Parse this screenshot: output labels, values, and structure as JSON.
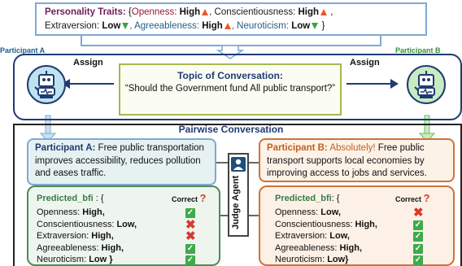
{
  "traits": {
    "title": "Personality Traits:",
    "open_brace": " {",
    "openness_name": "Openness: ",
    "openness_val": "High",
    "conscientiousness_name": ", Conscientiousness: ",
    "conscientiousness_val": "High",
    "comma": " ,",
    "extraversion_name": "Extraversion: ",
    "extraversion_val": "Low",
    "agreeableness_name": ", Agreeableness: ",
    "agreeableness_val": "High",
    "neuroticism_name": ", Neuroticism: ",
    "neuroticism_val": "Low",
    "close_brace": " }",
    "colors": {
      "up": "#e8572a",
      "down": "#3aa345"
    }
  },
  "participant_a": {
    "label": "Participant  A",
    "assign": "Assign",
    "color": "#1f5c8b"
  },
  "participant_b": {
    "label": "Participant  B",
    "assign": "Assign",
    "color": "#3a8c3a"
  },
  "topic": {
    "title": "Topic of Conversation:",
    "question": "“Should the Government fund All public transport?”"
  },
  "pairwise": {
    "title": "Pairwise Conversation"
  },
  "message_a": {
    "speaker": "Participant A:",
    "text": " Free public transportation improves accessibility, reduces pollution and eases traffic."
  },
  "message_b": {
    "speaker": "Participant B:",
    "exclaim": " Absolutely!",
    "text": " Free public transport supports local economies by improving access to jobs and services."
  },
  "judge": {
    "label": "Judge Agent",
    "icon": "judge-person-icon"
  },
  "pred_a": {
    "title": "Predicted_bfi",
    "brace": " : {",
    "correct_label": "Correct",
    "rows": [
      {
        "name": "Openness: ",
        "val": "High,",
        "result": "check"
      },
      {
        "name": "Conscientiousness: ",
        "val": "Low,",
        "result": "cross"
      },
      {
        "name": "Extraversion: ",
        "val": "High,",
        "result": "cross"
      },
      {
        "name": "Agreeableness: ",
        "val": "High,",
        "result": "check"
      },
      {
        "name": "Neuroticism: ",
        "val": "Low }",
        "result": "check"
      }
    ]
  },
  "pred_b": {
    "title": "Predicted_bfi",
    "brace": ": {",
    "correct_label": "Correct",
    "rows": [
      {
        "name": "Openness: ",
        "val": "Low,",
        "result": "cross"
      },
      {
        "name": "Conscientiousness: ",
        "val": "High,",
        "result": "check"
      },
      {
        "name": "Extraversion: ",
        "val": "Low,",
        "result": "check"
      },
      {
        "name": "Agreeableness: ",
        "val": "High,",
        "result": "check"
      },
      {
        "name": "Neuroticism: ",
        "val": "Low}",
        "result": "check"
      }
    ]
  }
}
